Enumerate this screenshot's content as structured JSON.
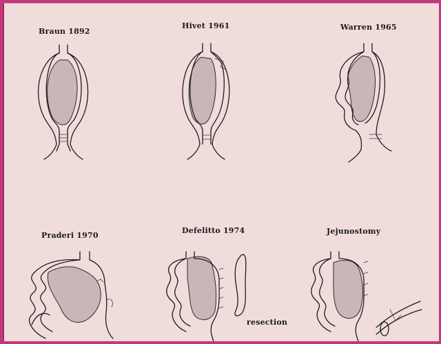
{
  "figures": [
    {
      "id": "braun",
      "label": "Braun 1892"
    },
    {
      "id": "hivet",
      "label": "Hivet 1961"
    },
    {
      "id": "warren",
      "label": "Warren 1965"
    },
    {
      "id": "praderi",
      "label": "Praderi 1970"
    },
    {
      "id": "defelitto",
      "label": "Defelitto 1974",
      "annotation": "resection"
    },
    {
      "id": "jejunostomy",
      "label": "Jejunostomy"
    }
  ]
}
